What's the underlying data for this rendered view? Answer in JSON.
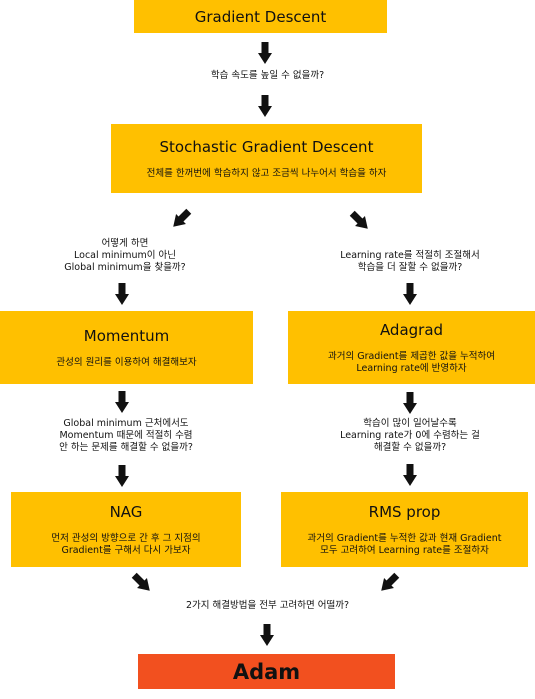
{
  "boxes": {
    "gd": {
      "title": "Gradient Descent"
    },
    "sgd": {
      "title": "Stochastic Gradient Descent",
      "desc": "전체를 한꺼번에 학습하지 않고 조금씩 나누어서 학습을 하자"
    },
    "momentum": {
      "title": "Momentum",
      "desc": "관성의 원리를 이용하여 해결해보자"
    },
    "adagrad": {
      "title": "Adagrad",
      "desc": "과거의 Gradient를 제곱한 값을 누적하여\nLearning rate에 반영하자"
    },
    "nag": {
      "title": "NAG",
      "desc": "먼저 관성의 방향으로 간 후 그 지점의\nGradient를 구해서 다시 가보자"
    },
    "rmsprop": {
      "title": "RMS prop",
      "desc": "과거의 Gradient를 누적한 값과 현재 Gradient\n모두 고려하여 Learning rate를 조절하자"
    },
    "adam": {
      "title": "Adam"
    }
  },
  "questions": {
    "q1": "학습 속도를 높일 수 없을까?",
    "q2": "어떻게 하면\nLocal minimum이 아닌\nGlobal minimum을 찾을까?",
    "q3": "Learning rate를 적절히 조절해서\n학습을 더 잘할 수 없을까?",
    "q4": "Global minimum 근처에서도\nMomentum 때문에 적절히 수렴\n안 하는 문제를 해결할 수 없을까?",
    "q5": "학습이 많이 일어날수록\nLearning rate가 0에 수렴하는 걸\n해결할 수 없을까?",
    "q6": "2가지 해결방법을 전부 고려하면 어떨까?"
  },
  "colors": {
    "box": "#ffc000",
    "final_box": "#f2501f",
    "arrow": "#111111"
  }
}
